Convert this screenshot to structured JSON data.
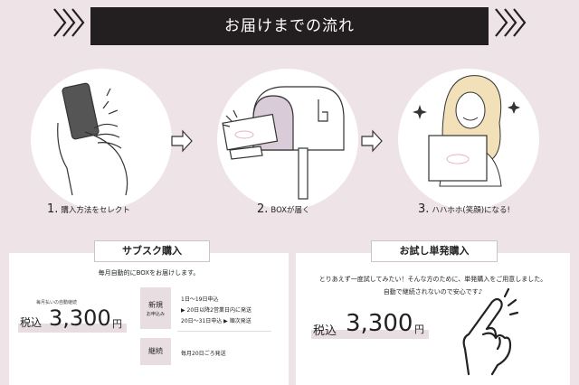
{
  "banner": {
    "title": "お届けまでの流れ"
  },
  "steps": [
    {
      "num": "1.",
      "label": "購入方法をセレクト"
    },
    {
      "num": "2.",
      "label": "BOXが届く"
    },
    {
      "num": "3.",
      "label": "ハハホホ(笑顔)になる!"
    }
  ],
  "subscription": {
    "tag": "サブスク購入",
    "description": "毎月自動的にBOXをお届けします。",
    "price_label": "毎月払いの自動継続",
    "tax_label": "税込",
    "price": "3,300",
    "currency": "円",
    "new": {
      "title": "新規",
      "subtitle": "お申込み",
      "line1": "1日〜19日申込",
      "line2": "▶ 20日以降2営業日内に発送",
      "line3": "20日〜31日申込 ▶ 順次発送"
    },
    "renew": {
      "title": "継続",
      "line1": "毎月20日ごろ発送"
    }
  },
  "trial": {
    "tag": "お試し単発購入",
    "line1": "とりあえず一度試してみたい！そんな方のために、単発購入をご用意しました。",
    "line2": "自動で継続されないので安心です♪",
    "tax_label": "税込",
    "price": "3,300",
    "currency": "円"
  },
  "icons": [
    "chevron-right-icon",
    "phone-hand-icon",
    "mailbox-icon",
    "woman-holding-box-icon",
    "pointing-hand-icon",
    "arrow-right-icon",
    "sparkle-icon"
  ],
  "colors": {
    "background": "#eee3e6",
    "banner": "#231f20",
    "highlight": "#e8dde0"
  }
}
